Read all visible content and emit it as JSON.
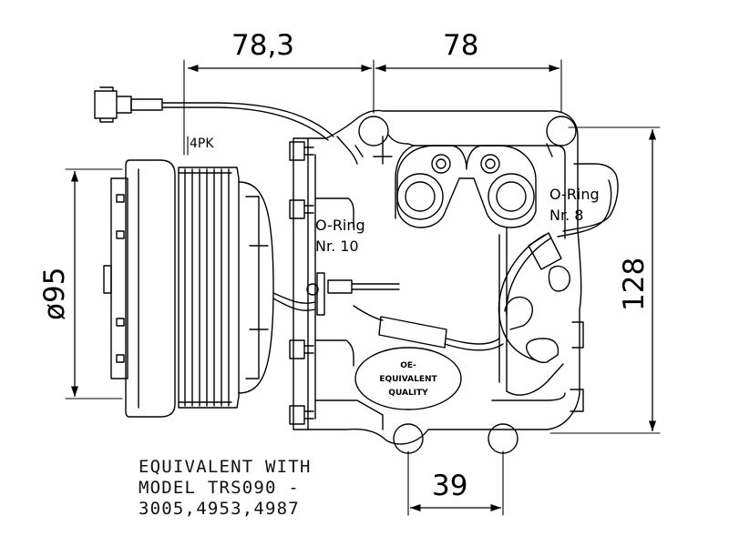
{
  "dimensions": {
    "top_left": "78,3",
    "top_right": "78",
    "right_height": "128",
    "left_diameter": "ø95",
    "bottom_width": "39"
  },
  "labels": {
    "belt": "4PK",
    "oring_10_line1": "O-Ring",
    "oring_10_line2": "Nr. 10",
    "oring_8_line1": "O-Ring",
    "oring_8_line2": "Nr. 8"
  },
  "badge": {
    "line1": "OE-",
    "line2": "EQUIVALENT",
    "line3": "QUALITY"
  },
  "note": {
    "line1": "EQUIVALENT WITH",
    "line2": "MODEL TRS090 -",
    "line3": "3005,4953,4987"
  }
}
